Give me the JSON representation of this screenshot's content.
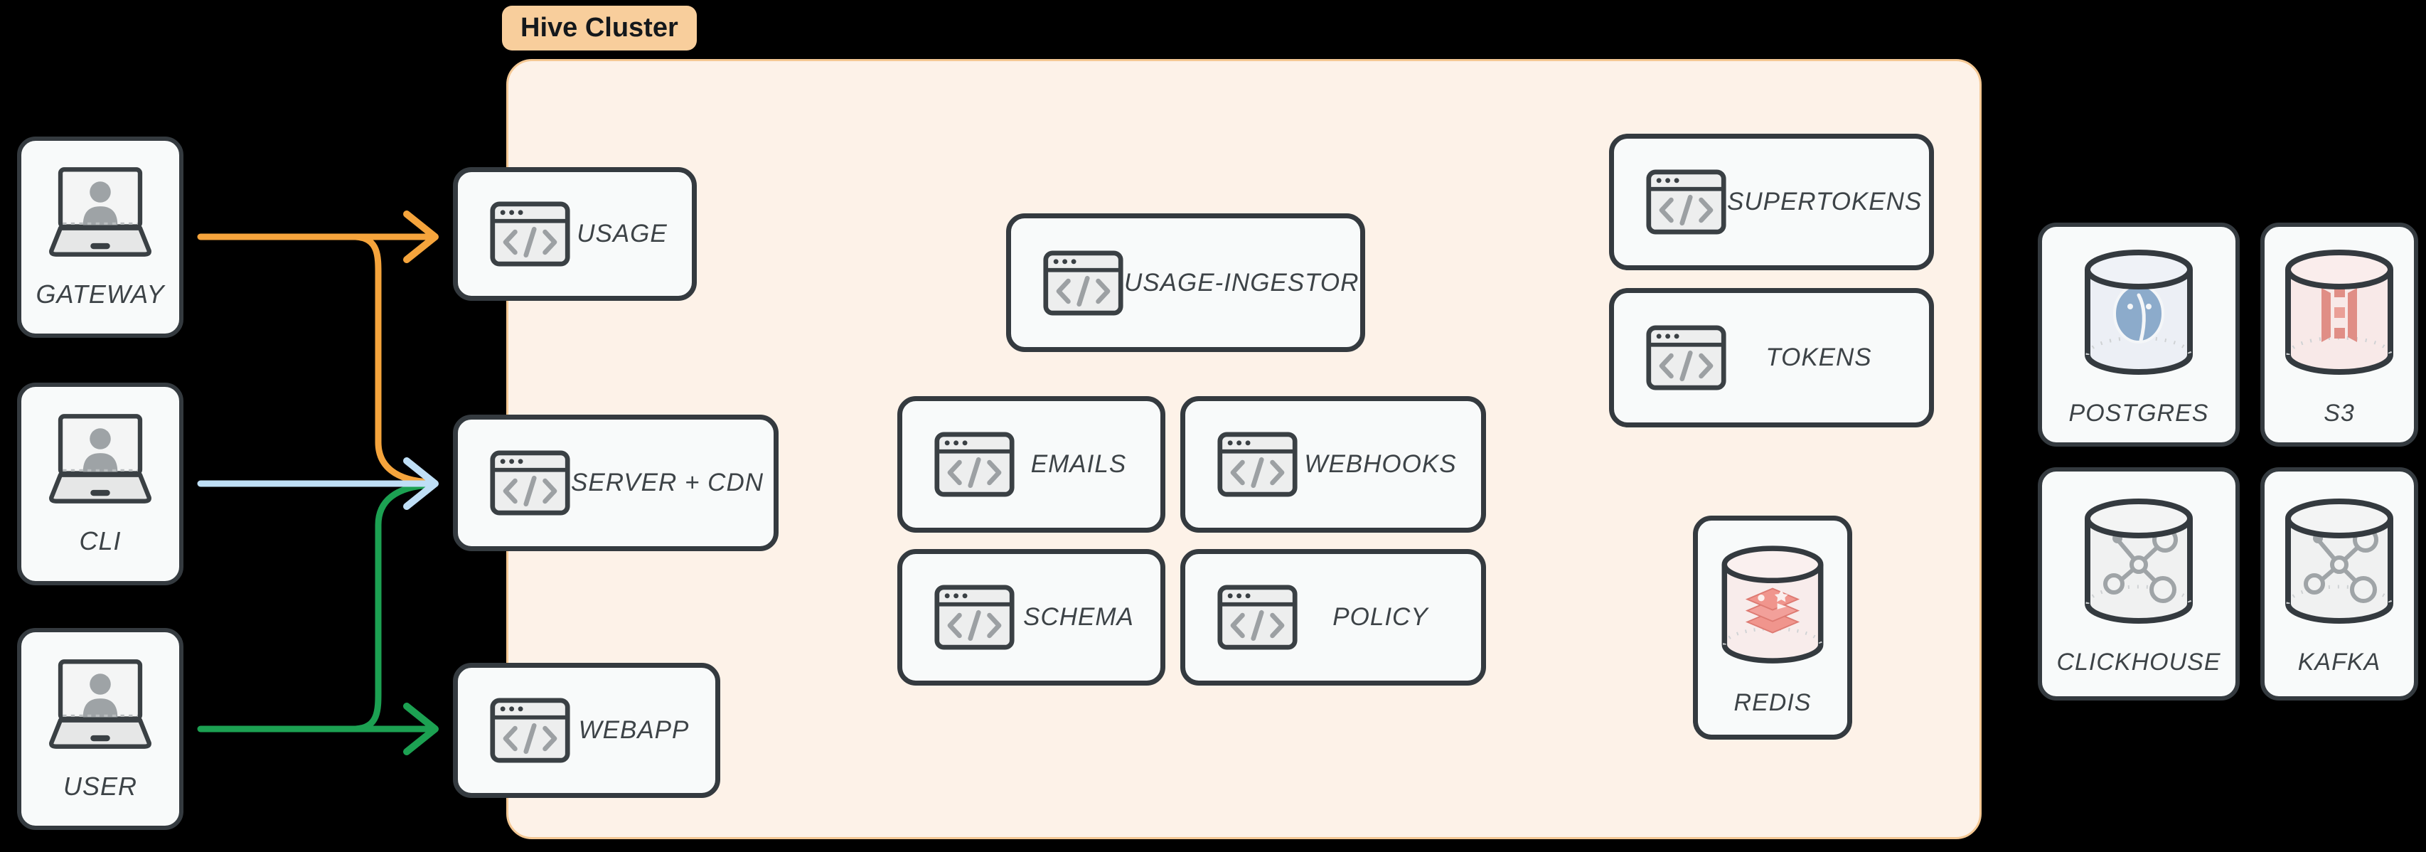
{
  "cluster": {
    "label": "Hive Cluster"
  },
  "clients": {
    "gateway": {
      "label": "GATEWAY"
    },
    "cli": {
      "label": "CLI"
    },
    "user": {
      "label": "USER"
    }
  },
  "services": {
    "usage": {
      "label": "USAGE"
    },
    "server_cdn": {
      "label": "SERVER + CDN"
    },
    "webapp": {
      "label": "WEBAPP"
    },
    "usage_ingestor": {
      "label": "USAGE-INGESTOR"
    },
    "emails": {
      "label": "EMAILS"
    },
    "webhooks": {
      "label": "WEBHOOKS"
    },
    "schema": {
      "label": "SCHEMA"
    },
    "policy": {
      "label": "POLICY"
    },
    "supertokens": {
      "label": "SUPERTOKENS"
    },
    "tokens": {
      "label": "TOKENS"
    },
    "redis": {
      "label": "REDIS"
    }
  },
  "datastores": {
    "postgres": {
      "label": "POSTGRES"
    },
    "s3": {
      "label": "S3"
    },
    "clickhouse": {
      "label": "CLICKHOUSE"
    },
    "kafka": {
      "label": "KAFKA"
    }
  },
  "connections": [
    {
      "from": "GATEWAY",
      "to": "USAGE",
      "color": "#F5A43C"
    },
    {
      "from": "GATEWAY",
      "to": "SERVER + CDN",
      "color": "#F5A43C"
    },
    {
      "from": "CLI",
      "to": "SERVER + CDN",
      "color": "#BFDFF6"
    },
    {
      "from": "USER",
      "to": "SERVER + CDN",
      "color": "#1CA152"
    },
    {
      "from": "USER",
      "to": "WEBAPP",
      "color": "#1CA152"
    }
  ],
  "palette": {
    "background": "#000000",
    "node_fill": "#F8FAFA",
    "node_border": "#343A3F",
    "cluster_fill": "#FDF2E8",
    "cluster_border": "#F4C894",
    "badge_bg": "#F8CE9C",
    "label_color": "#3D4347",
    "arrow_orange": "#F5A43C",
    "arrow_blue": "#BFDFF6",
    "arrow_green": "#1CA152"
  }
}
